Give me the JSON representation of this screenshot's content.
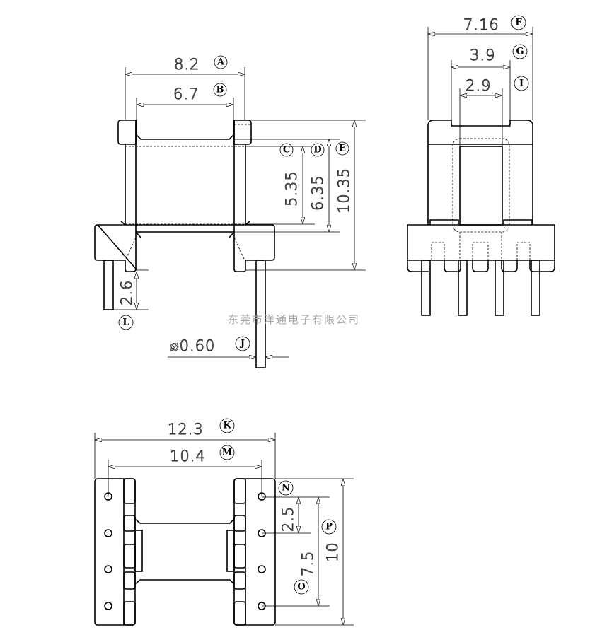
{
  "watermark": "东莞市洋通电子有限公司",
  "dimensions": {
    "A": {
      "label": "A",
      "value": "8.2"
    },
    "B": {
      "label": "B",
      "value": "6.7"
    },
    "C": {
      "label": "C",
      "value": "5.35"
    },
    "D": {
      "label": "D",
      "value": "6.35"
    },
    "E": {
      "label": "E",
      "value": "10.35"
    },
    "F": {
      "label": "F",
      "value": "7.16"
    },
    "G": {
      "label": "G",
      "value": "3.9"
    },
    "I": {
      "label": "I",
      "value": "2.9"
    },
    "J": {
      "label": "J",
      "value": "⌀0.60"
    },
    "K": {
      "label": "K",
      "value": "12.3"
    },
    "L": {
      "label": "L",
      "value": "2.6"
    },
    "M": {
      "label": "M",
      "value": "10.4"
    },
    "N": {
      "label": "N"
    },
    "O": {
      "label": "O",
      "value": "7.5"
    },
    "P": {
      "label": "P",
      "value": "10"
    },
    "NP": {
      "value": "2.5"
    }
  }
}
